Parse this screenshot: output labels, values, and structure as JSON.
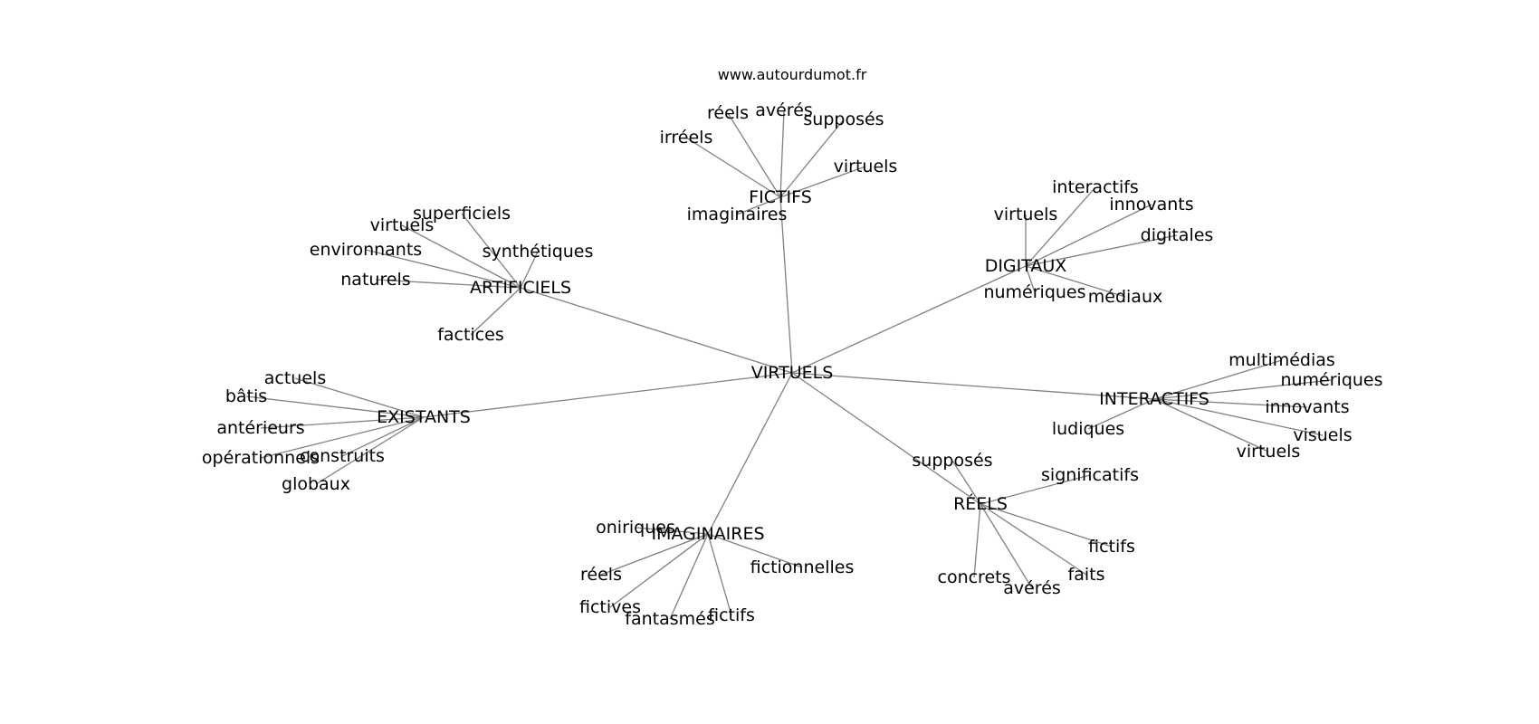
{
  "source": "www.autourdumot.fr",
  "center": "VIRTUELS",
  "groups": [
    {
      "id": "fictifs",
      "label": "FICTIFS",
      "words": [
        "irréels",
        "réels",
        "avérés",
        "supposés",
        "virtuels",
        "imaginaires"
      ]
    },
    {
      "id": "artificiels",
      "label": "ARTIFICIELS",
      "words": [
        "superficiels",
        "virtuels",
        "environnants",
        "synthétiques",
        "naturels",
        "factices"
      ]
    },
    {
      "id": "digitaux",
      "label": "DIGITAUX",
      "words": [
        "interactifs",
        "virtuels",
        "innovants",
        "digitales",
        "numériques",
        "médiaux"
      ]
    },
    {
      "id": "existants",
      "label": "EXISTANTS",
      "words": [
        "actuels",
        "bâtis",
        "antérieurs",
        "opérationnels",
        "construits",
        "globaux"
      ]
    },
    {
      "id": "interactifs",
      "label": "INTERACTIFS",
      "words": [
        "multimédias",
        "numériques",
        "innovants",
        "ludiques",
        "visuels",
        "virtuels"
      ]
    },
    {
      "id": "reels",
      "label": "RÉELS",
      "words": [
        "supposés",
        "significatifs",
        "fictifs",
        "faits",
        "concrets",
        "avérés"
      ]
    },
    {
      "id": "imaginaires",
      "label": "IMAGINAIRES",
      "words": [
        "oniriques",
        "réels",
        "fictionnelles",
        "fictives",
        "fantasmés",
        "fictifs"
      ]
    }
  ]
}
